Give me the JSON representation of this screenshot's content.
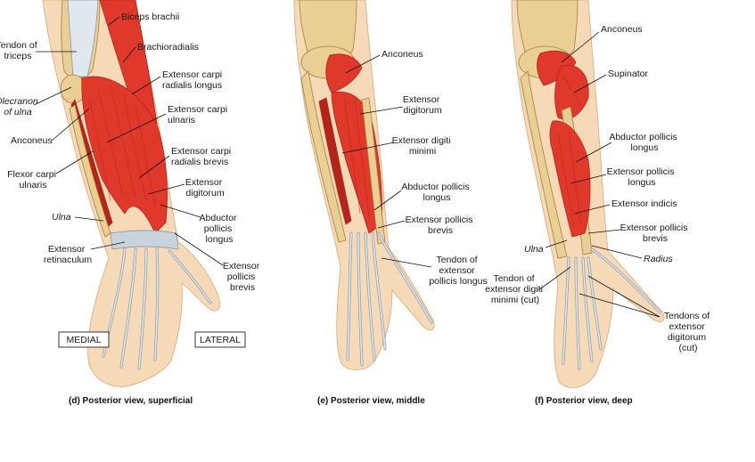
{
  "panels": [
    {
      "caption": "(d) Posterior view, superficial",
      "orientation": {
        "medial": "MEDIAL",
        "lateral": "LATERAL"
      },
      "labels": [
        {
          "text": [
            "Biceps brachii"
          ]
        },
        {
          "text": [
            "Tendon of",
            "triceps"
          ]
        },
        {
          "text": [
            "Brachioradialis"
          ]
        },
        {
          "text": [
            "Extensor carpi",
            "radialis longus"
          ]
        },
        {
          "text": [
            "Olecranon",
            "of ulna"
          ],
          "italic": true
        },
        {
          "text": [
            "Extensor carpi",
            "ulnaris"
          ]
        },
        {
          "text": [
            "Anconeus"
          ]
        },
        {
          "text": [
            "Extensor carpi",
            "radialis brevis"
          ]
        },
        {
          "text": [
            "Flexor carpi",
            "ulnaris"
          ]
        },
        {
          "text": [
            "Extensor",
            "digitorum"
          ]
        },
        {
          "text": [
            "Ulna"
          ],
          "italic": true
        },
        {
          "text": [
            "Abductor",
            "pollicis",
            "longus"
          ]
        },
        {
          "text": [
            "Extensor",
            "retinaculum"
          ]
        },
        {
          "text": [
            "Extensor",
            "pollicis",
            "brevis"
          ]
        }
      ]
    },
    {
      "caption": "(e) Posterior view, middle",
      "labels": [
        {
          "text": [
            "Anconeus"
          ]
        },
        {
          "text": [
            "Extensor",
            "digitorum"
          ]
        },
        {
          "text": [
            "Extensor digiti",
            "minimi"
          ]
        },
        {
          "text": [
            "Abductor pollicis",
            "longus"
          ]
        },
        {
          "text": [
            "Extensor pollicis",
            "brevis"
          ]
        },
        {
          "text": [
            "Tendon of",
            "extensor",
            "pollicis longus"
          ]
        }
      ]
    },
    {
      "caption": "(f) Posterior view, deep",
      "labels": [
        {
          "text": [
            "Anconeus"
          ]
        },
        {
          "text": [
            "Supinator"
          ]
        },
        {
          "text": [
            "Abductor pollicis",
            "longus"
          ]
        },
        {
          "text": [
            "Extensor pollicis",
            "longus"
          ]
        },
        {
          "text": [
            "Extensor indicis"
          ]
        },
        {
          "text": [
            "Ulna"
          ],
          "italic": true
        },
        {
          "text": [
            "Extensor pollicis",
            "brevis"
          ]
        },
        {
          "text": [
            "Radius"
          ],
          "italic": true
        },
        {
          "text": [
            "Tendon of",
            "extensor digiti",
            "minimi (cut)"
          ]
        },
        {
          "text": [
            "Tendons of",
            "extensor",
            "digitorum",
            "(cut)"
          ]
        }
      ]
    }
  ],
  "colors": {
    "skin": "#f6d9b6",
    "skin_edge": "#d9a878",
    "muscle": "#e0392b",
    "muscle_dark": "#b42418",
    "muscle_light": "#f06a50",
    "bone": "#e9cf94",
    "bone_dark": "#a67e3e",
    "tendon": "#dfe7ef",
    "tendon_edge": "#8b98a6",
    "retinaculum": "#c9d3dc"
  }
}
